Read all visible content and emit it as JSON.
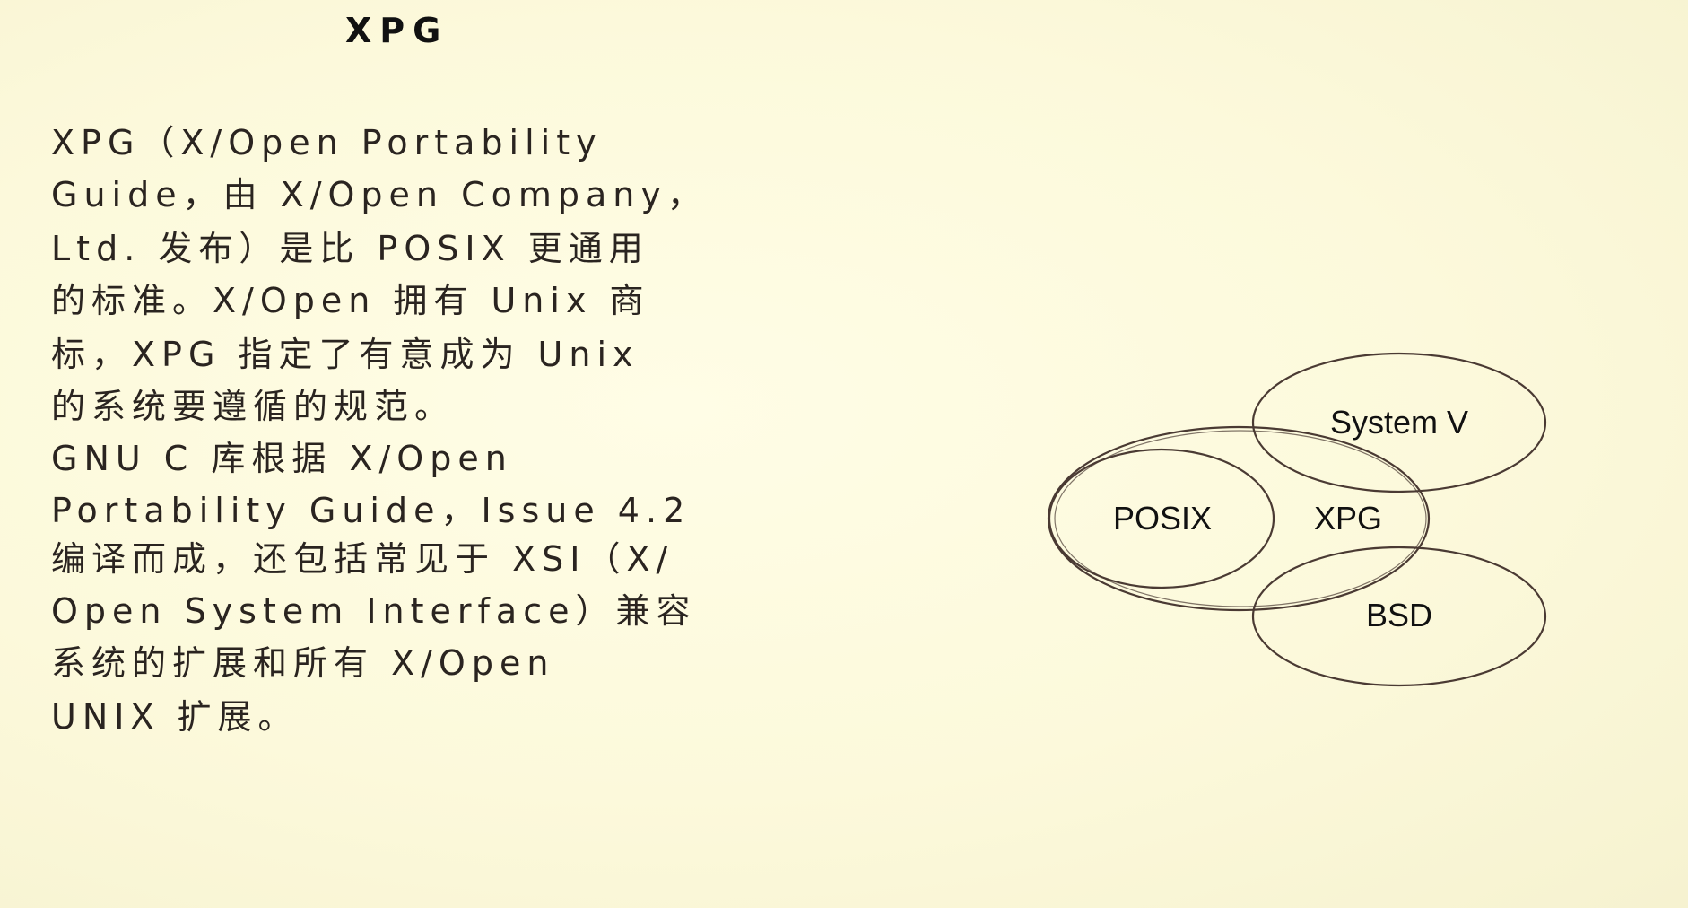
{
  "slide": {
    "title": "XPG",
    "lines": [
      "    XPG（X/Open Portability",
      "Guide，由 X/Open Company，",
      "Ltd. 发布）是比 POSIX 更通用",
      "的标准。X/Open 拥有 Unix 商",
      "标，XPG 指定了有意成为 Unix",
      "的系统要遵循的规范。",
      "    GNU C 库根据 X/Open",
      "Portability Guide，Issue 4.2",
      "编译而成，还包括常见于 XSI（X/",
      "Open System Interface）兼容",
      "系统的扩展和所有 X/Open",
      "UNIX 扩展。"
    ]
  },
  "diagram": {
    "labels": {
      "system_v": "System V",
      "posix": "POSIX",
      "xpg": "XPG",
      "bsd": "BSD"
    },
    "stroke_color": "#4a3a33",
    "background_color": "#fdfbe0"
  }
}
